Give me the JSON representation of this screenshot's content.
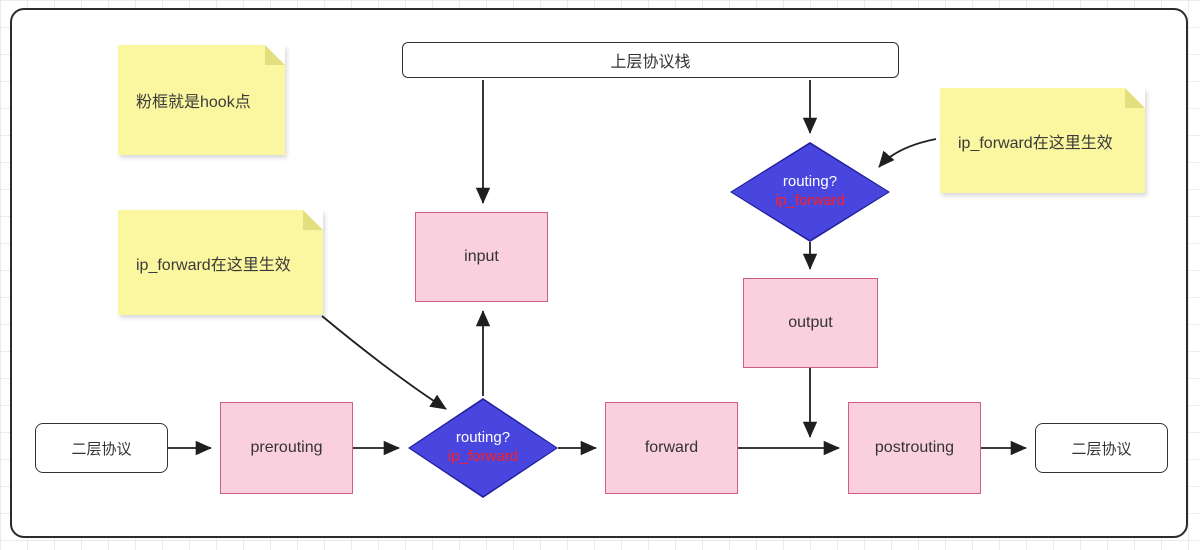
{
  "diagram": {
    "stack_label": "上层协议栈",
    "notes": {
      "hook_note": "粉框就是hook点",
      "ip_forward_note_left": "ip_forward在这里生效",
      "ip_forward_note_right": "ip_forward在这里生效"
    },
    "hooks": {
      "input": "input",
      "output": "output",
      "prerouting": "prerouting",
      "forward": "forward",
      "postrouting": "postrouting"
    },
    "layer2": {
      "left": "二层协议",
      "right": "二层协议"
    },
    "routing_top": {
      "question": "routing?",
      "flag": "ip_forward"
    },
    "routing_bottom": {
      "question": "routing?",
      "flag": "ip_forward"
    },
    "colors": {
      "note_yellow": "#FBF7A0",
      "hook_pink": "#FAD0DF",
      "routing_blue": "#4946DF",
      "flag_red": "#FF1F1F",
      "line_black": "#1F1F1F"
    }
  }
}
